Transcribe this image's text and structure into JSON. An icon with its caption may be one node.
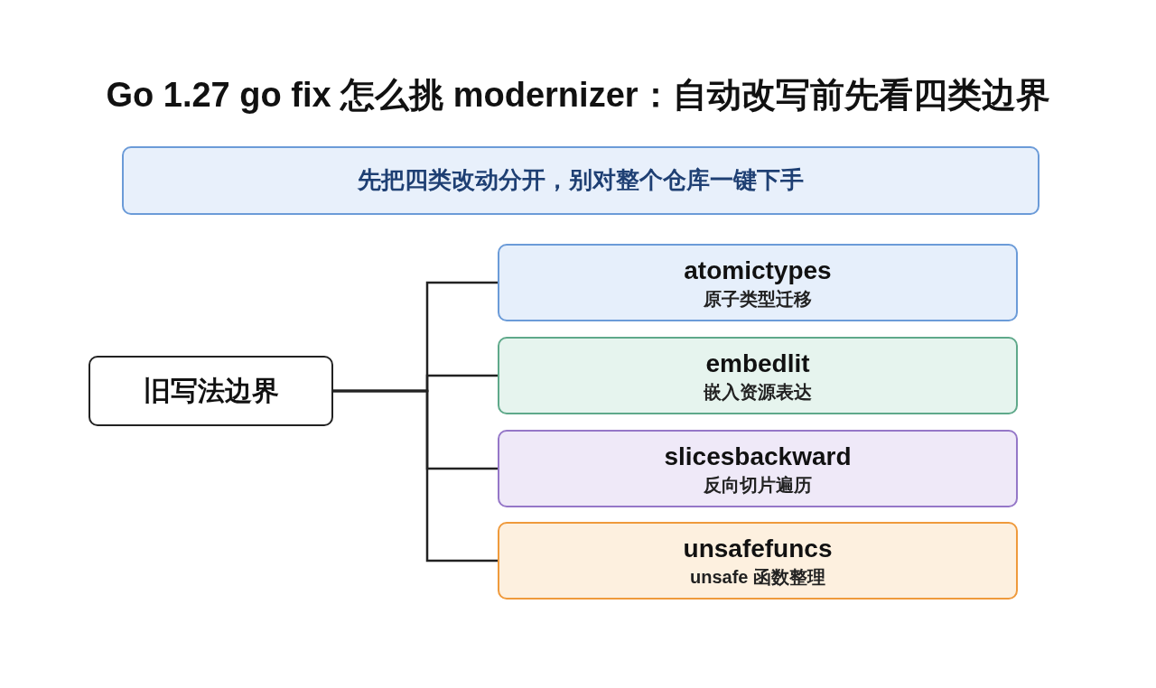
{
  "diagram": {
    "title": "Go 1.27 go fix 怎么挑 modernizer：自动改写前先看四类边界",
    "nodes": [
      {
        "text": [
          "先把四类改动分开，别对整个仓库一键下手"
        ]
      },
      {
        "text": [
          "旧写法边界"
        ]
      },
      {
        "text": [
          "atomictypes",
          "原子类型迁移"
        ]
      },
      {
        "text": [
          "embedlit",
          "嵌入资源表达"
        ]
      },
      {
        "text": [
          "slicesbackward",
          "反向切片遍历"
        ]
      },
      {
        "text": [
          "unsafefuncs",
          "unsafe 函数整理"
        ]
      }
    ],
    "edges": [
      {
        "from": 1,
        "to": 2,
        "arrow": "none"
      },
      {
        "from": 1,
        "to": 3,
        "arrow": "none"
      },
      {
        "from": 1,
        "to": 4,
        "arrow": "none"
      },
      {
        "from": 1,
        "to": 5,
        "arrow": "none"
      }
    ]
  }
}
